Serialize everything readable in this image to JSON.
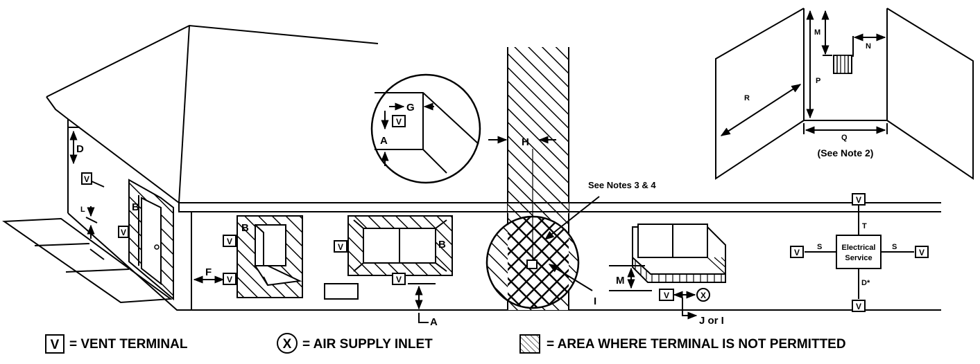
{
  "vent_symbol": "V",
  "air_symbol": "X",
  "labels": {
    "A": "A",
    "B": "B",
    "D": "D",
    "D_star": "D*",
    "F": "F",
    "G": "G",
    "H": "H",
    "I": "I",
    "J_or_I": "J or I",
    "L": "L",
    "M": "M",
    "N": "N",
    "P": "P",
    "Q": "Q",
    "R": "R",
    "S": "S",
    "T": "T"
  },
  "notes": {
    "see_notes_3_4": "See Notes 3 & 4",
    "see_note_2": "(See Note 2)"
  },
  "electrical": {
    "line1": "Electrical",
    "line2": "Service"
  },
  "legend": {
    "vent": "= VENT  TERMINAL",
    "air": "= AIR SUPPLY INLET",
    "area": "= AREA WHERE TERMINAL IS NOT PERMITTED"
  }
}
